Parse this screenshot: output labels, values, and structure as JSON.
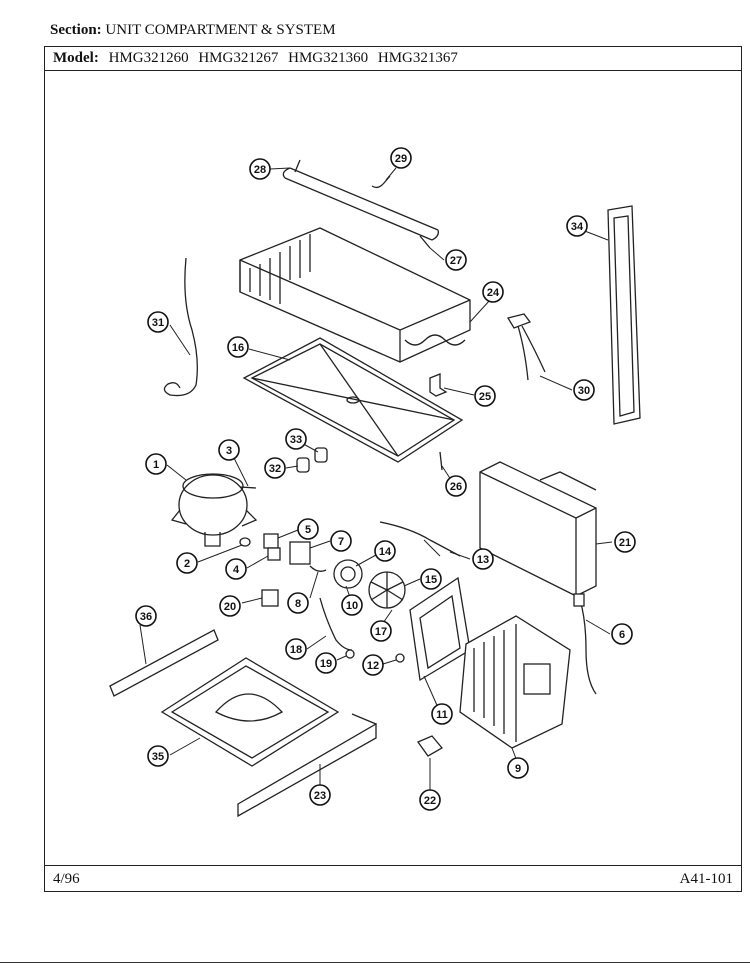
{
  "header": {
    "section_label": "Section:",
    "section_value": "UNIT COMPARTMENT & SYSTEM",
    "model_label": "Model:",
    "models": [
      "HMG321260",
      "HMG321267",
      "HMG321360",
      "HMG321367"
    ]
  },
  "footer": {
    "date": "4/96",
    "page_code": "A41-101"
  },
  "callouts": {
    "c1": "1",
    "c2": "2",
    "c3": "3",
    "c4": "4",
    "c5": "5",
    "c6": "6",
    "c7": "7",
    "c8": "8",
    "c9": "9",
    "c10": "10",
    "c11": "11",
    "c12": "12",
    "c13": "13",
    "c14": "14",
    "c15": "15",
    "c16": "16",
    "c17": "17",
    "c18": "18",
    "c19": "19",
    "c20": "20",
    "c21": "21",
    "c22": "22",
    "c23": "23",
    "c24": "24",
    "c25": "25",
    "c26": "26",
    "c27": "27",
    "c28": "28",
    "c29": "29",
    "c30": "30",
    "c31": "31",
    "c32": "32",
    "c33": "33",
    "c34": "34",
    "c35": "35",
    "c36": "36"
  }
}
